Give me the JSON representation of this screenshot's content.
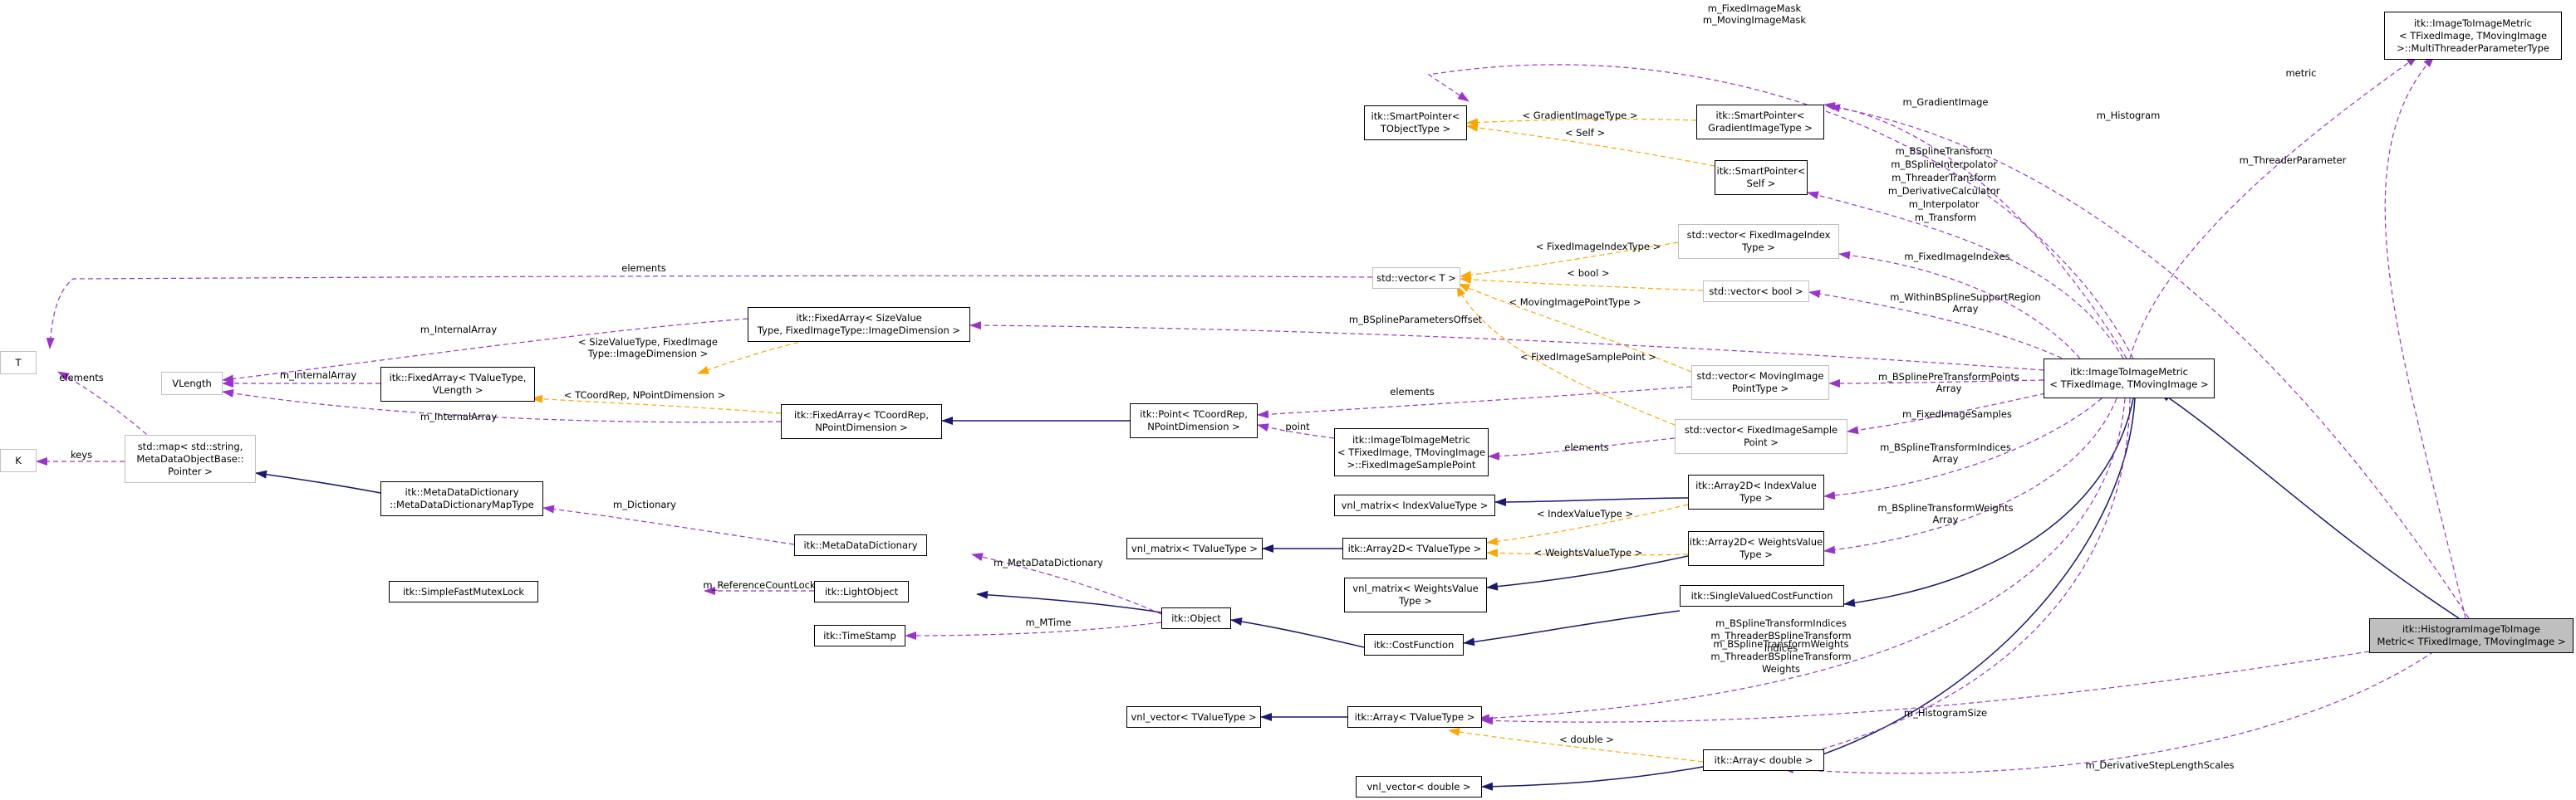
{
  "nodes": {
    "t": [
      "T"
    ],
    "k": [
      "K"
    ],
    "vlength": [
      "VLength"
    ],
    "stdmap": [
      "std::map< std::string,",
      "MetaDataObjectBase::",
      "Pointer >"
    ],
    "fixedarray_tvalue": [
      "itk::FixedArray< TValueType,",
      "VLength >"
    ],
    "fixedarray_sizevalue": [
      "itk::FixedArray< SizeValue",
      "Type, FixedImageType::ImageDimension >"
    ],
    "fixedarray_tcoordrep": [
      "itk::FixedArray< TCoordRep,",
      "NPointDimension >"
    ],
    "metadatadictionary_map": [
      "itk::MetaDataDictionary",
      "::MetaDataDictionaryMapType"
    ],
    "metadatadictionary": [
      "itk::MetaDataDictionary"
    ],
    "simplefastmutexlock": [
      "itk::SimpleFastMutexLock"
    ],
    "lightobject": [
      "itk::LightObject"
    ],
    "timestamp": [
      "itk::TimeStamp"
    ],
    "object": [
      "itk::Object"
    ],
    "costfunction": [
      "itk::CostFunction"
    ],
    "point": [
      "itk::Point< TCoordRep,",
      "NPointDimension >"
    ],
    "fixedimagesamplepoint": [
      "itk::ImageToImageMetric",
      "< TFixedImage, TMovingImage",
      ">::FixedImageSamplePoint"
    ],
    "vnl_matrix_index": [
      "vnl_matrix< IndexValueType >"
    ],
    "vnl_matrix_tvalue": [
      "vnl_matrix< TValueType >"
    ],
    "vnl_matrix_weights": [
      "vnl_matrix< WeightsValue",
      "Type >"
    ],
    "array2d_tvalue": [
      "itk::Array2D< TValueType >"
    ],
    "array2d_index": [
      "itk::Array2D< IndexValue",
      "Type >"
    ],
    "array2d_weights": [
      "itk::Array2D< WeightsValue",
      "Type >"
    ],
    "singlevaluedcostfunction": [
      "itk::SingleValuedCostFunction"
    ],
    "vnl_vector_tvalue": [
      "vnl_vector< TValueType >"
    ],
    "vnl_vector_double": [
      "vnl_vector< double >"
    ],
    "array_tvalue": [
      "itk::Array< TValueType >"
    ],
    "array_double": [
      "itk::Array< double >"
    ],
    "smartpointer_tobject": [
      "itk::SmartPointer<",
      "TObjectType >"
    ],
    "smartpointer_gradient": [
      "itk::SmartPointer<",
      "GradientImageType >"
    ],
    "smartpointer_self": [
      "itk::SmartPointer<",
      "Self >"
    ],
    "stdvector_t": [
      "std::vector< T >"
    ],
    "stdvector_fixedimageindex": [
      "std::vector< FixedImageIndex",
      "Type >"
    ],
    "stdvector_bool": [
      "std::vector< bool >"
    ],
    "stdvector_movingimagepoint": [
      "std::vector< MovingImage",
      "PointType >"
    ],
    "stdvector_fixedimagesamplepoint": [
      "std::vector< FixedImageSample",
      "Point >"
    ],
    "imagetoimagemetric": [
      "itk::ImageToImageMetric",
      "< TFixedImage, TMovingImage >"
    ],
    "threaderparametertype": [
      "itk::ImageToImageMetric",
      "< TFixedImage, TMovingImage",
      ">::MultiThreaderParameterType"
    ],
    "histogramimagetoimagemetric": [
      "itk::HistogramImageToImage",
      "Metric< TFixedImage, TMovingImage >"
    ]
  },
  "edges": {
    "fixedimagemask": [
      "m_FixedImageMask",
      "m_MovingImageMask"
    ],
    "histogram": [
      "m_Histogram"
    ],
    "metric": [
      "metric"
    ],
    "gradientimage": [
      "m_GradientImage"
    ],
    "gradientimagetype": [
      "< GradientImageType >"
    ],
    "self": [
      "< Self >"
    ],
    "threaderparameter": [
      "m_ThreaderParameter"
    ],
    "bspline_group": [
      "m_BSplineTransform",
      "m_BSplineInterpolator",
      "m_ThreaderTransform",
      "m_DerivativeCalculator",
      "m_Interpolator",
      "m_Transform"
    ],
    "elements_t": [
      "elements"
    ],
    "fixedimageindextype": [
      "< FixedImageIndexType >"
    ],
    "bool": [
      "< bool >"
    ],
    "fixedimageindexes": [
      "m_FixedImageIndexes"
    ],
    "withinbspline": [
      "m_WithinBSplineSupportRegion",
      "Array"
    ],
    "movingimagepointtype": [
      "< MovingImagePointType >"
    ],
    "bsplineparametersoffset": [
      "m_BSplineParametersOffset"
    ],
    "internalarray_1": [
      "m_InternalArray"
    ],
    "sizevaluetype": [
      "< SizeValueType, FixedImage",
      "Type::ImageDimension >"
    ],
    "internalarray_2": [
      "m_InternalArray"
    ],
    "fixedimagesamplepoint_label": [
      "< FixedImageSamplePoint >"
    ],
    "elements_point": [
      "elements"
    ],
    "pretransformpoints": [
      "m_BSplinePreTransformPoints",
      "Array"
    ],
    "elements_t_k": [
      "elements"
    ],
    "tcoordrep": [
      "< TCoordRep, NPointDimension >"
    ],
    "internalarray_3": [
      "m_InternalArray"
    ],
    "point": [
      "point"
    ],
    "fixedimagesamples": [
      "m_FixedImageSamples"
    ],
    "elements_samples": [
      "elements"
    ],
    "keys": [
      "keys"
    ],
    "transformindices_array": [
      "m_BSplineTransformIndices",
      "Array"
    ],
    "dictionary": [
      "m_Dictionary"
    ],
    "indexvaluetype": [
      "< IndexValueType >"
    ],
    "weights_array": [
      "m_BSplineTransformWeights",
      "Array"
    ],
    "metadatadictionary": [
      "m_MetaDataDictionary"
    ],
    "weightsvaluetype": [
      "< WeightsValueType >"
    ],
    "referencecountlock": [
      "m_ReferenceCountLock"
    ],
    "mtime": [
      "m_MTime"
    ],
    "transformindices_threader": [
      "m_BSplineTransformIndices",
      "m_ThreaderBSplineTransform",
      "Indices"
    ],
    "transformweights_threader": [
      "m_BSplineTransformWeights",
      "m_ThreaderBSplineTransform",
      "Weights"
    ],
    "histogramsize": [
      "m_HistogramSize"
    ],
    "double": [
      "< double >"
    ],
    "derivativesteplengthscales": [
      "m_DerivativeStepLengthScales"
    ]
  },
  "colors": {
    "inheritance": "#191970",
    "usage": "#9a32cd",
    "template": "#ffa500",
    "focus_fill": "#bfbfbf",
    "grey_border": "#bfbfbf"
  }
}
